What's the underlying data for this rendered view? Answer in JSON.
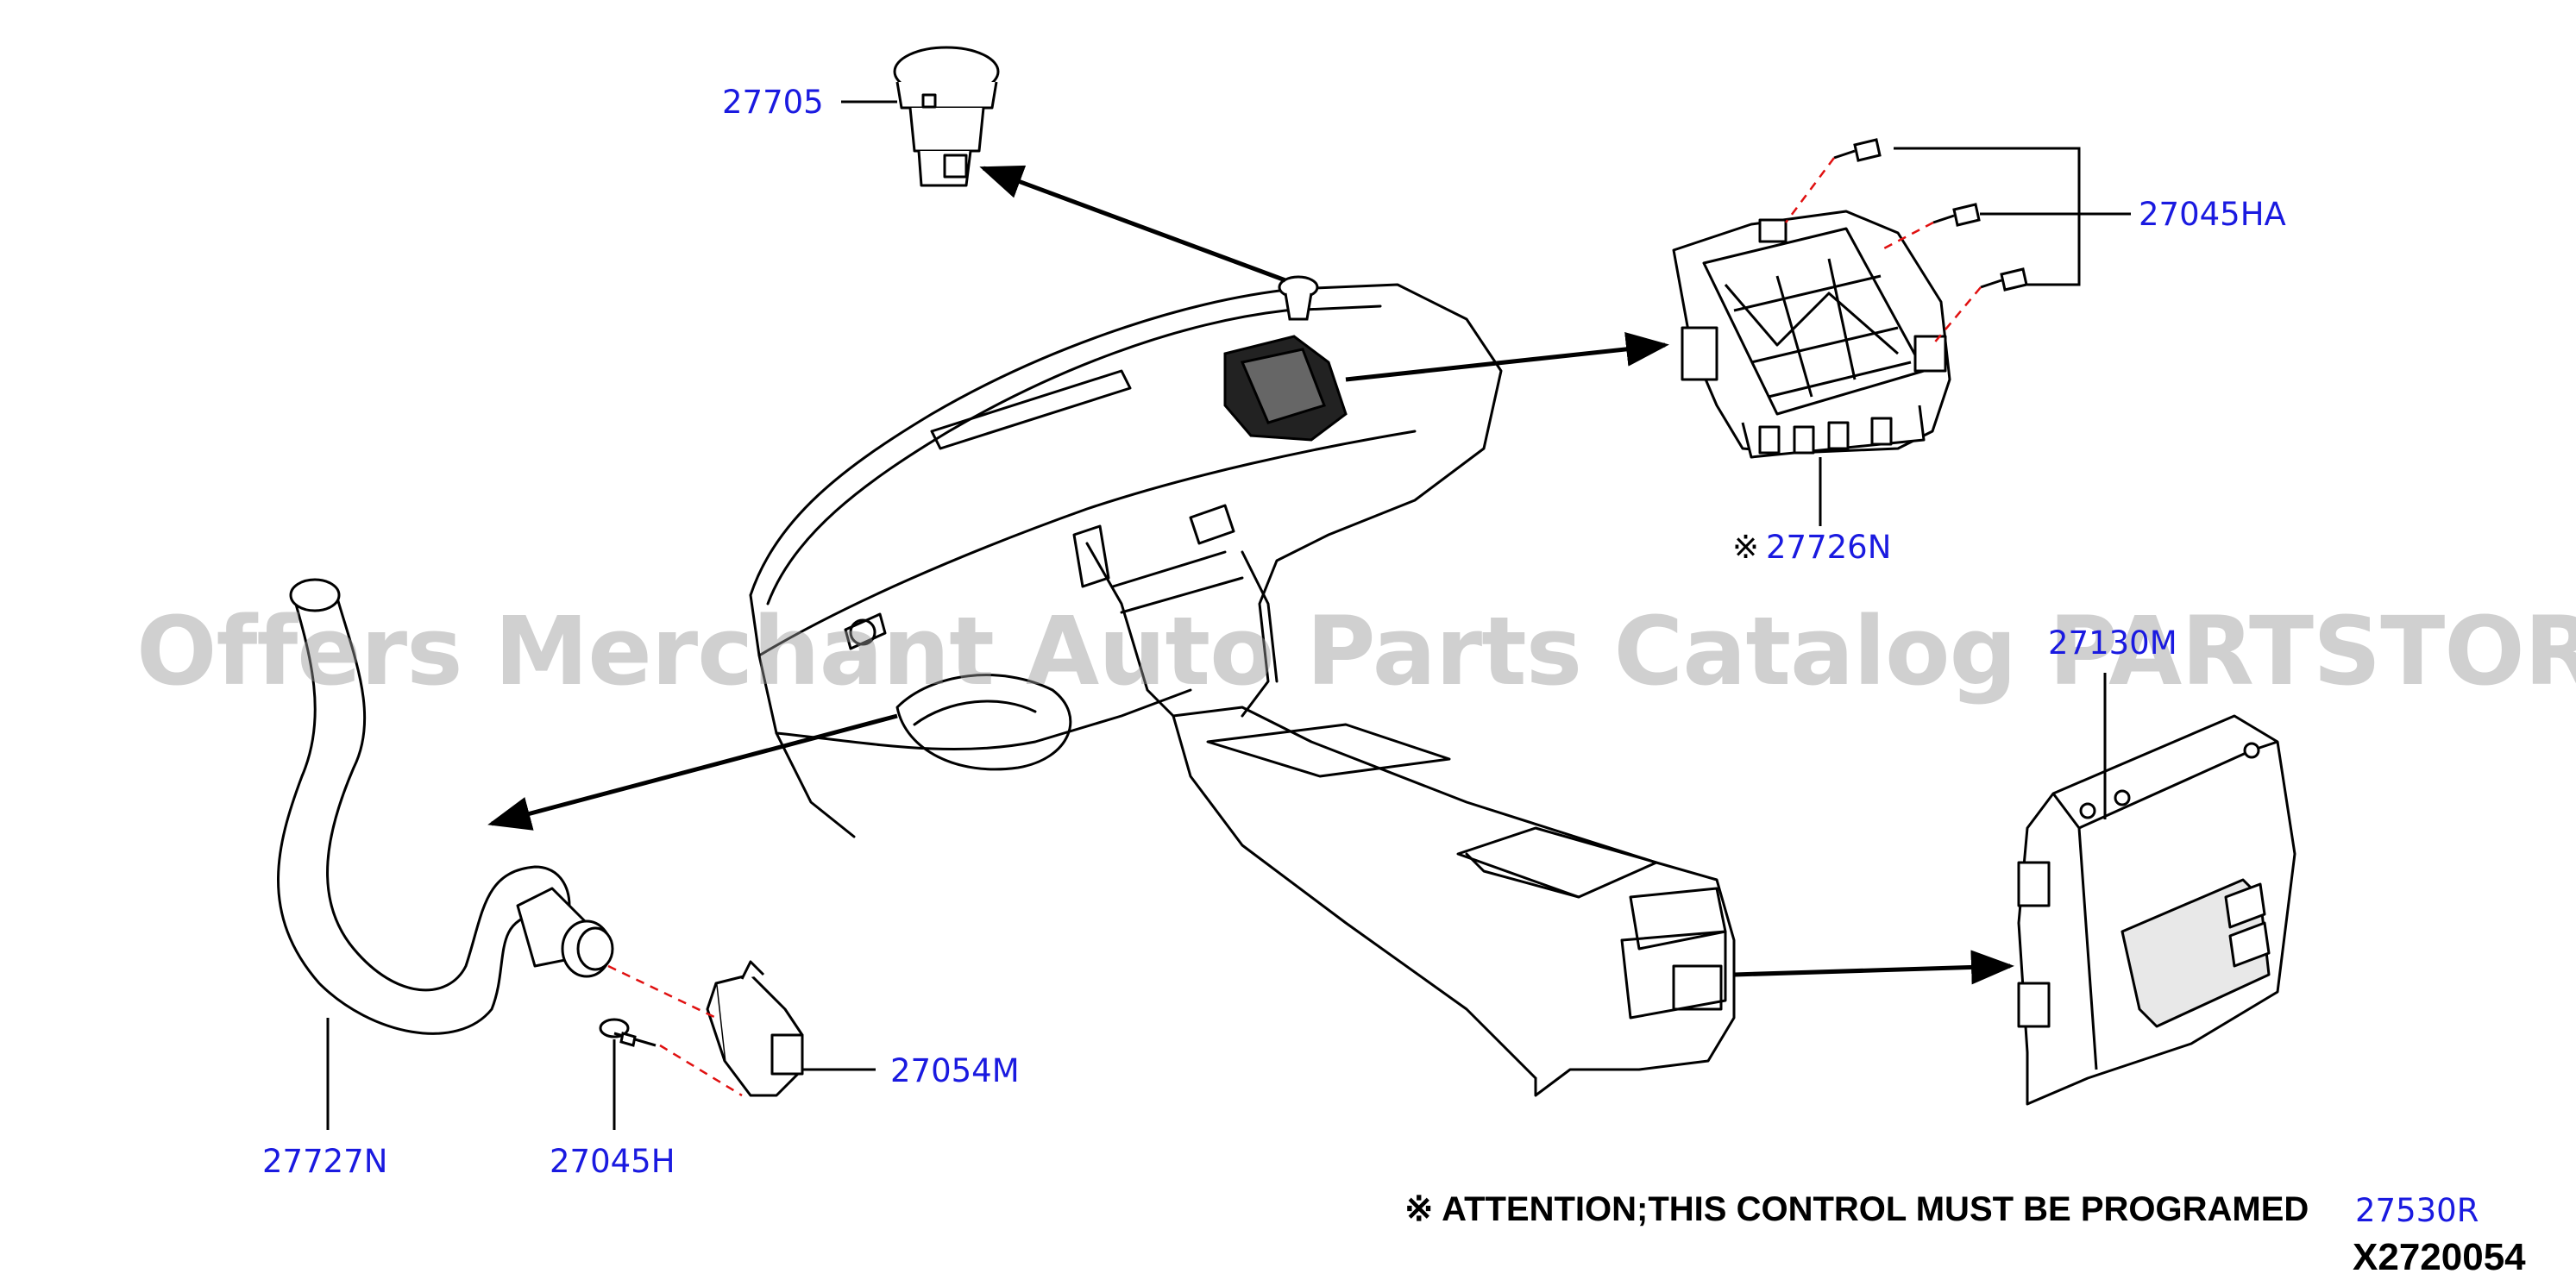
{
  "callouts": {
    "c27705": "27705",
    "c27045HA": "27045HA",
    "c27726N_mark": "※",
    "c27726N": "27726N",
    "c27130M": "27130M",
    "c27054M": "27054M",
    "c27727N": "27727N",
    "c27045H": "27045H",
    "c27530R": "27530R"
  },
  "notes": {
    "attention": "※ ATTENTION;THIS CONTROL MUST BE PROGRAMED",
    "drawing_number": "X2720054"
  },
  "watermark": "Offers Merchant Auto Parts Catalog PARTSTORE.SA",
  "colors": {
    "callout_text": "#1a1ae0",
    "line": "#000000",
    "leader_dashed": "#e01010",
    "watermark": "#969696"
  }
}
